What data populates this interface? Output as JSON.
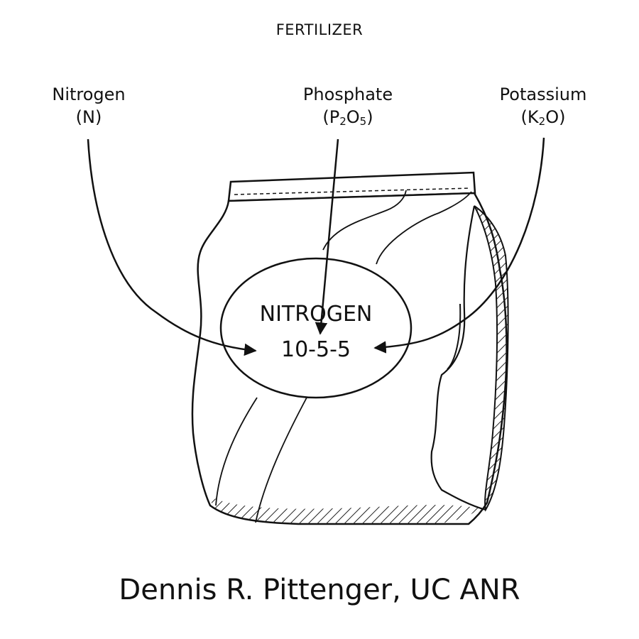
{
  "title": "FERTILIZER",
  "nutrients": {
    "nitrogen": {
      "name": "Nitrogen",
      "symbol": "(N)"
    },
    "phosphate": {
      "name": "Phosphate",
      "symbol_open": "(P",
      "sub1": "2",
      "mid": "O",
      "sub2": "5",
      "symbol_close": ")"
    },
    "potassium": {
      "name": "Potassium",
      "symbol_open": "(K",
      "sub1": "2",
      "symbol_close": "O)"
    }
  },
  "bag": {
    "label": "NITROGEN",
    "ratio": "10-5-5"
  },
  "credit": "Dennis R. Pittenger, UC ANR"
}
